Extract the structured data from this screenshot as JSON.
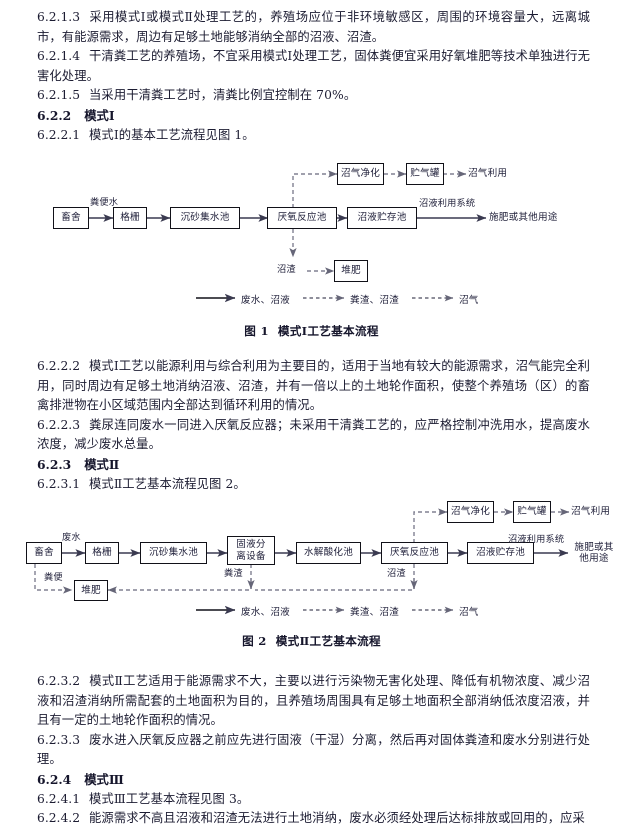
{
  "document": {
    "paragraphs": [
      {
        "id": "p-6213",
        "number": "6.2.1.3",
        "text": "采用模式Ⅰ或模式Ⅱ处理工艺的，养殖场应位于非环境敏感区，周围的环境容量大，远离城市，有能源需求，周边有足够土地能够消纳全部的沼液、沼渣。"
      },
      {
        "id": "p-6214",
        "number": "6.2.1.4",
        "text": "干清粪工艺的养殖场，不宜采用模式Ⅰ处理工艺，固体粪便宜采用好氧堆肥等技术单独进行无害化处理。"
      },
      {
        "id": "p-6215",
        "number": "6.2.1.5",
        "text": "当采用干清粪工艺时，清粪比例宜控制在 70%。"
      },
      {
        "id": "h-622",
        "number": "6.2.2",
        "text": "模式Ⅰ",
        "heading": true
      },
      {
        "id": "p-6221",
        "number": "6.2.2.1",
        "text": "模式Ⅰ的基本工艺流程见图 1。"
      },
      {
        "id": "p-6222",
        "number": "6.2.2.2",
        "text": "模式Ⅰ工艺以能源利用与综合利用为主要目的，适用于当地有较大的能源需求，沼气能完全利用，同时周边有足够土地消纳沼液、沼渣，并有一倍以上的土地轮作面积，使整个养殖场（区）的畜禽排泄物在小区域范围内全部达到循环利用的情况。"
      },
      {
        "id": "p-6223",
        "number": "6.2.2.3",
        "text": "粪尿连同废水一同进入厌氧反应器；未采用干清粪工艺的，应严格控制冲洗用水，提高废水浓度，减少废水总量。"
      },
      {
        "id": "h-623",
        "number": "6.2.3",
        "text": "模式Ⅱ",
        "heading": true
      },
      {
        "id": "p-6231",
        "number": "6.2.3.1",
        "text": "模式Ⅱ工艺基本流程见图 2。"
      },
      {
        "id": "p-6232",
        "number": "6.2.3.2",
        "text": "模式Ⅱ工艺适用于能源需求不大，主要以进行污染物无害化处理、降低有机物浓度、减少沼液和沼渣消纳所需配套的土地面积为目的，且养殖场周围具有足够土地面积全部消纳低浓度沼液，并且有一定的土地轮作面积的情况。"
      },
      {
        "id": "p-6233",
        "number": "6.2.3.3",
        "text": "废水进入厌氧反应器之前应先进行固液（干湿）分离，然后再对固体粪渣和废水分别进行处理。"
      },
      {
        "id": "h-624",
        "number": "6.2.4",
        "text": "模式Ⅲ",
        "heading": true
      },
      {
        "id": "p-6241",
        "number": "6.2.4.1",
        "text": "模式Ⅲ工艺基本流程见图 3。"
      },
      {
        "id": "p-6242",
        "number": "6.2.4.2",
        "text": "能源需求不高且沼液和沼渣无法进行土地消纳，废水必须经处理后达标排放或回用的，应采"
      }
    ]
  },
  "figure1": {
    "caption_label": "图 1",
    "caption_text": "模式Ⅰ工艺基本流程",
    "nodes": [
      {
        "id": "f1-livestock",
        "name": "livestock-house",
        "label": "畜舍"
      },
      {
        "id": "f1-grate",
        "name": "grate",
        "label": "格栅"
      },
      {
        "id": "f1-grit",
        "name": "grit-chamber",
        "label": "沉砂集水池"
      },
      {
        "id": "f1-anaerobic",
        "name": "anaerobic-tank",
        "label": "厌氧反应池"
      },
      {
        "id": "f1-slurry",
        "name": "slurry-storage-tank",
        "label": "沼液贮存池"
      },
      {
        "id": "f1-purify",
        "name": "biogas-purification",
        "label": "沼气净化"
      },
      {
        "id": "f1-holder",
        "name": "gas-holder",
        "label": "贮气罐"
      },
      {
        "id": "f1-compost",
        "name": "compost",
        "label": "堆肥"
      }
    ],
    "plain_labels": [
      {
        "id": "f1-biogas-use",
        "name": "biogas-utilization",
        "label": "沼气利用"
      },
      {
        "id": "f1-fertilize",
        "name": "fertilizer-or-other-use",
        "label": "施肥或其他用途"
      }
    ],
    "edge_labels": [
      {
        "id": "f1-manure-water",
        "name": "manure-water",
        "label": "粪便水"
      },
      {
        "id": "f1-slurry-system",
        "name": "slurry-utilization-system",
        "label": "沼液利用系统"
      },
      {
        "id": "f1-biogas-residue",
        "name": "biogas-residue",
        "label": "沼渣"
      }
    ],
    "legend": [
      {
        "id": "f1-lg-1",
        "name": "legend-wastewater",
        "label": "废水、沼液",
        "style": "solid"
      },
      {
        "id": "f1-lg-2",
        "name": "legend-manure-residue",
        "label": "粪渣、沼渣",
        "style": "dashed"
      },
      {
        "id": "f1-lg-3",
        "name": "legend-biogas",
        "label": "沼气",
        "style": "dashed"
      }
    ]
  },
  "figure2": {
    "caption_label": "图 2",
    "caption_text": "模式Ⅱ工艺基本流程",
    "nodes": [
      {
        "id": "f2-livestock",
        "name": "livestock-house",
        "label": "畜舍"
      },
      {
        "id": "f2-grate",
        "name": "grate",
        "label": "格栅"
      },
      {
        "id": "f2-grit",
        "name": "grit-chamber",
        "label": "沉砂集水池"
      },
      {
        "id": "f2-separator",
        "name": "solid-liquid-separator",
        "label": "固液分离设备"
      },
      {
        "id": "f2-hydrolysis",
        "name": "hydrolysis-acidification-tank",
        "label": "水解酸化池"
      },
      {
        "id": "f2-anaerobic",
        "name": "anaerobic-tank",
        "label": "厌氧反应池"
      },
      {
        "id": "f2-slurry",
        "name": "slurry-storage-tank",
        "label": "沼液贮存池"
      },
      {
        "id": "f2-purify",
        "name": "biogas-purification",
        "label": "沼气净化"
      },
      {
        "id": "f2-holder",
        "name": "gas-holder",
        "label": "贮气罐"
      },
      {
        "id": "f2-compost",
        "name": "compost",
        "label": "堆肥"
      }
    ],
    "plain_labels": [
      {
        "id": "f2-biogas-use",
        "name": "biogas-utilization",
        "label": "沼气利用"
      },
      {
        "id": "f2-fertilize",
        "name": "fertilizer-or-other-use",
        "label": "施肥或其他用途"
      }
    ],
    "edge_labels": [
      {
        "id": "f2-wastewater",
        "name": "wastewater",
        "label": "废水"
      },
      {
        "id": "f2-manure",
        "name": "manure",
        "label": "粪便"
      },
      {
        "id": "f2-manure-residue",
        "name": "manure-residue",
        "label": "粪渣"
      },
      {
        "id": "f2-biogas-residue",
        "name": "biogas-residue",
        "label": "沼渣"
      },
      {
        "id": "f2-slurry-system",
        "name": "slurry-utilization-system",
        "label": "沼液利用系统"
      }
    ],
    "legend": [
      {
        "id": "f2-lg-1",
        "name": "legend-wastewater",
        "label": "废水、沼液",
        "style": "solid"
      },
      {
        "id": "f2-lg-2",
        "name": "legend-manure-residue",
        "label": "粪渣、沼渣",
        "style": "dashed"
      },
      {
        "id": "f2-lg-3",
        "name": "legend-biogas",
        "label": "沼气",
        "style": "dashed"
      }
    ]
  },
  "colors": {
    "text": "#1c1c32",
    "line": "#55556b",
    "box_border": "#111118"
  }
}
